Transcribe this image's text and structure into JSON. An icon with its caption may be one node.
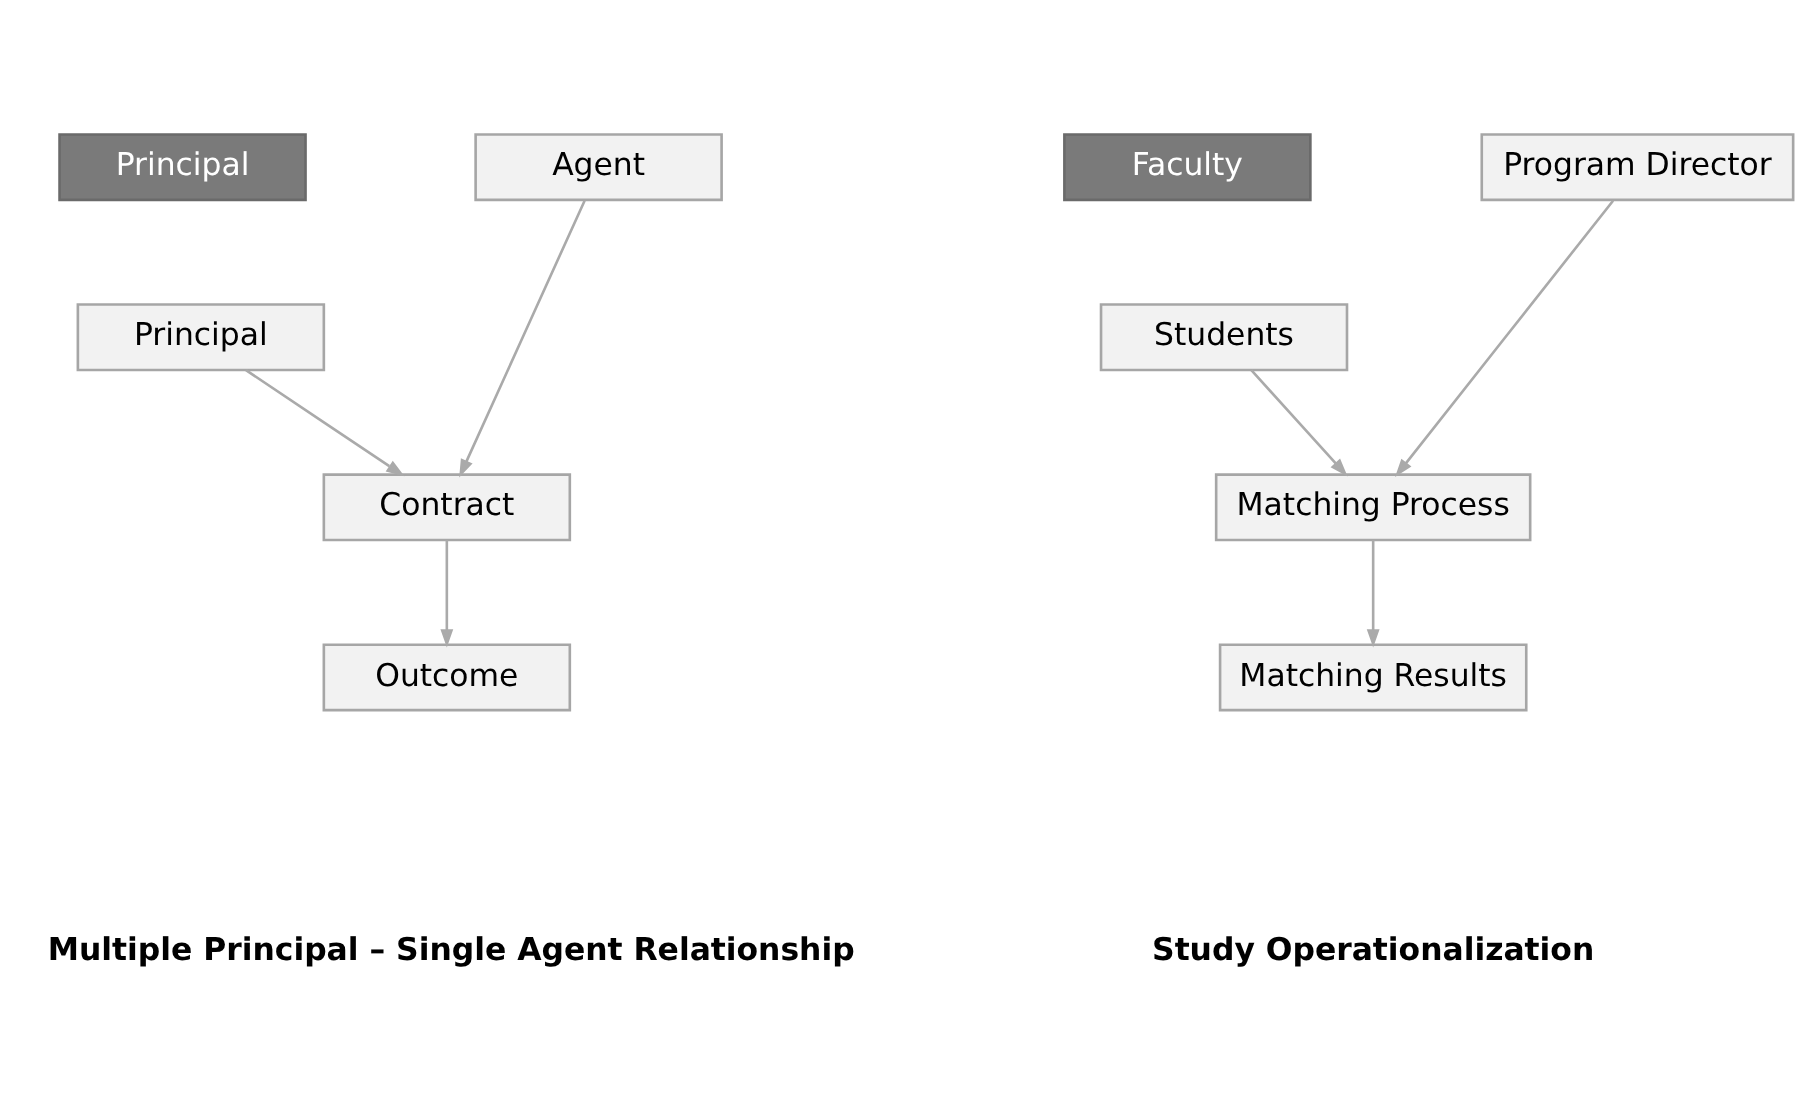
{
  "diagram": {
    "nodes": [
      {
        "text": [
          "Principal"
        ]
      },
      {
        "text": [
          "Principal"
        ]
      },
      {
        "text": [
          "Agent"
        ]
      },
      {
        "text": [
          "Contract"
        ]
      },
      {
        "text": [
          "Outcome"
        ]
      },
      {
        "text": [
          "Faculty"
        ]
      },
      {
        "text": [
          "Students"
        ]
      },
      {
        "text": [
          "Program Director"
        ]
      },
      {
        "text": [
          "Matching Process"
        ]
      },
      {
        "text": [
          "Matching Results"
        ]
      }
    ],
    "edges": [
      {
        "from": 1,
        "to": 3,
        "arrow": "to"
      },
      {
        "from": 2,
        "to": 3,
        "arrow": "to"
      },
      {
        "from": 3,
        "to": 4,
        "arrow": "to"
      },
      {
        "from": 6,
        "to": 8,
        "arrow": "to"
      },
      {
        "from": 7,
        "to": 8,
        "arrow": "to"
      },
      {
        "from": 8,
        "to": 9,
        "arrow": "to"
      }
    ],
    "labels": [
      "Multiple Principal – Single Agent Relationship",
      "Study Operationalization"
    ]
  }
}
